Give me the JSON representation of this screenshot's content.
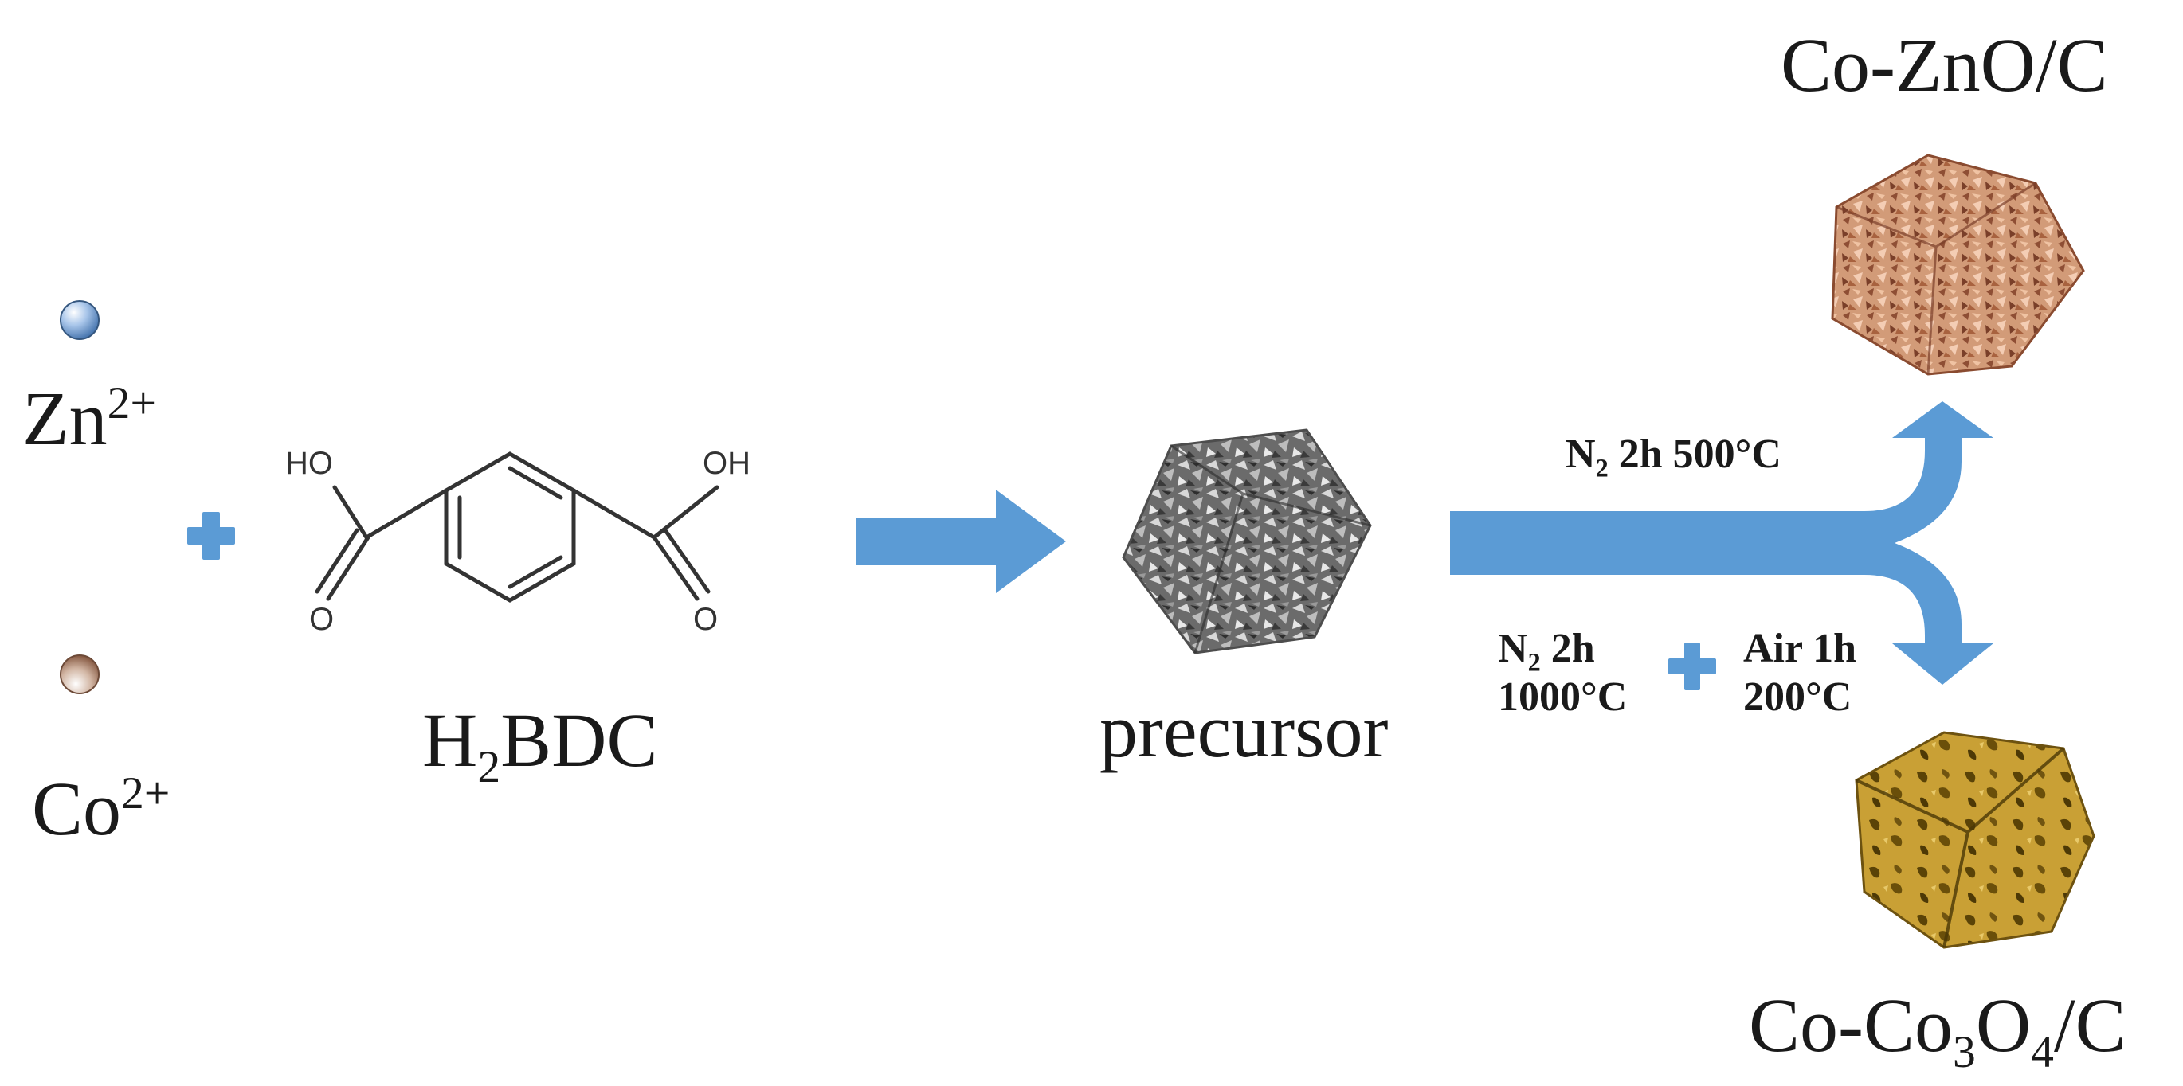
{
  "diagram": {
    "ions": [
      {
        "label": "Zn",
        "charge": "2+"
      },
      {
        "label": "Co",
        "charge": "2+"
      }
    ],
    "linker": {
      "prefix": "H",
      "subscript": "2",
      "suffix": "BDC",
      "hydroxyl_left": "HO",
      "hydroxyl_right": "OH",
      "carbonyl_left": "O",
      "carbonyl_right": "O"
    },
    "precursor_label": "precursor",
    "route_upper": {
      "gas": "N",
      "gas_sub": "2",
      "condition": "2h 500°C"
    },
    "route_lower": {
      "step1_gas": "N",
      "step1_gas_sub": "2",
      "step1_time": "2h",
      "step1_temp": "1000°C",
      "step2_time": "Air 1h",
      "step2_temp": "200°C"
    },
    "product_top": "Co-ZnO/C",
    "product_bottom": {
      "p1": "Co-Co",
      "s1": "3",
      "p2": "O",
      "s2": "4",
      "p3": "/C"
    },
    "colors": {
      "arrow": "#5b9bd5",
      "zn_ion": "#7ea6d8",
      "co_ion": "#a0705a",
      "precursor": "#7a7a7a",
      "zno_product": "#d9a07a",
      "co3o4_product": "#b89220"
    }
  }
}
